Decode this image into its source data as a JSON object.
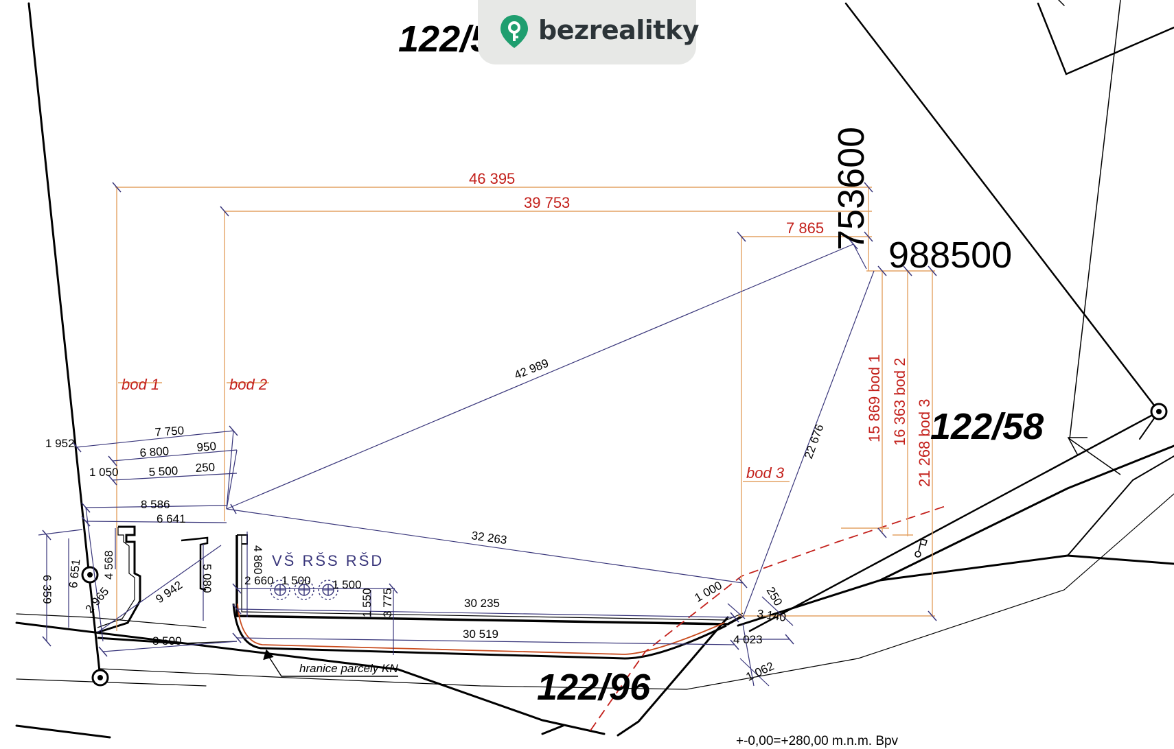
{
  "brand": {
    "name": "bezrealitky",
    "accent": "#1f9e6f"
  },
  "parcels": {
    "top": "122/5",
    "right": "122/58",
    "bottom": "122/96"
  },
  "coordinates": {
    "y": "753600",
    "x": "988500"
  },
  "survey_points": {
    "bod1": "bod 1",
    "bod2": "bod 2",
    "bod3": "bod 3"
  },
  "dims_red": {
    "d46395": "46 395",
    "d39753": "39 753",
    "d7865": "7 865",
    "v1": "15 869 bod 1",
    "v2": "16 363 bod 2",
    "v3": "21 268 bod 3"
  },
  "dims": {
    "d42989": "42 989",
    "d22676": "22 676",
    "d32263": "32 263",
    "d1952": "1 952",
    "d7750": "7 750",
    "d6800": "6 800",
    "d950": "950",
    "d1050": "1 050",
    "d5500": "5 500",
    "d250a": "250",
    "d8586": "8 586",
    "d6641": "6 641",
    "d4568": "4 568",
    "d6651": "6 651",
    "d6359": "6 359",
    "d2965": "2 965",
    "d9942": "9 942",
    "d5080": "5 080",
    "d4860": "4 860",
    "d2660": "2 660",
    "d1500a": "1 500",
    "d1500b": "1 500",
    "d1550": "1 550",
    "d3775": "3 775",
    "d30235": "30 235",
    "d30519": "30 519",
    "d8500": "8 500",
    "d1000": "1 000",
    "d250b": "250",
    "d3140": "3 140",
    "d4023": "4 023",
    "d1062": "1 062"
  },
  "labels": {
    "vs": "VŠ RŠS RŠD",
    "boundary": "hranice parcely KN",
    "elevation": "+-0,00=+280,00 m.n.m. Bpv"
  },
  "colors": {
    "dim_red": "#c3201b",
    "dim_orange": "#e3a263",
    "dim_blue": "#38357a",
    "parcel_line": "#000000"
  }
}
